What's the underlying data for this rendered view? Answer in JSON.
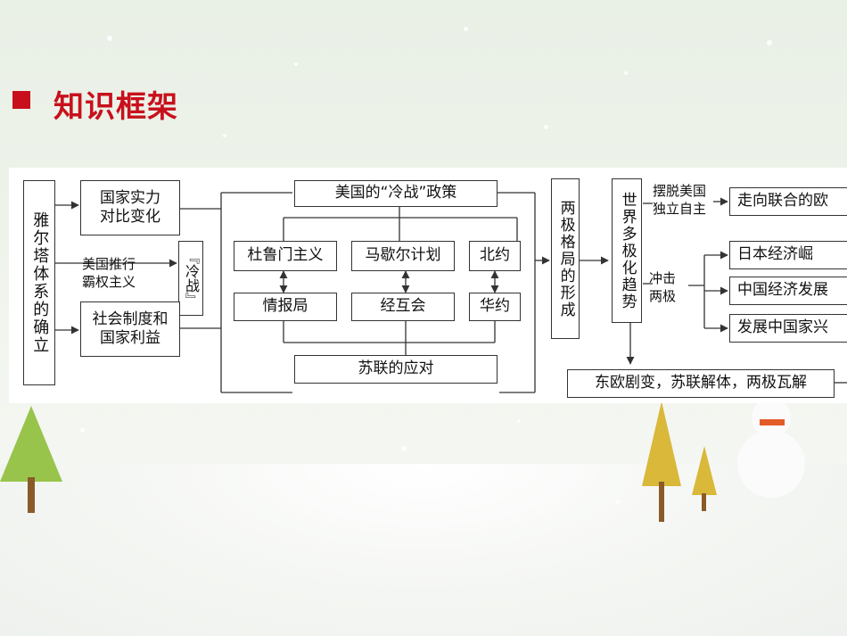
{
  "slide": {
    "title": "知识框架"
  },
  "diagram": {
    "yalta": "雅尔塔体系的确立",
    "national_strength": "国家实力\n对比变化",
    "us_hegemony_label": "美国推行\n霸权主义",
    "cold_war": "『冷战』",
    "social_system": "社会制度和\n国家利益",
    "us_policy": "美国的“冷战”政策",
    "truman": "杜鲁门主义",
    "marshall": "马歇尔计划",
    "nato": "北约",
    "cia": "情报局",
    "comecon": "经互会",
    "warsaw": "华约",
    "soviet_response": "苏联的应对",
    "bipolar": "两极格局的形成",
    "multipolar": "世界多极化趋势",
    "break_away_label": "摆脱美国\n独立自主",
    "europe_union": "走向联合的欧",
    "impact_label": "冲击\n两极",
    "japan": "日本经济崛",
    "china_econ": "中国经济发展",
    "developing": "发展中国家兴",
    "collapse": "东欧剧变，苏联解体，两极瓦解"
  },
  "colors": {
    "accent": "#c8101c",
    "line": "#333333"
  }
}
